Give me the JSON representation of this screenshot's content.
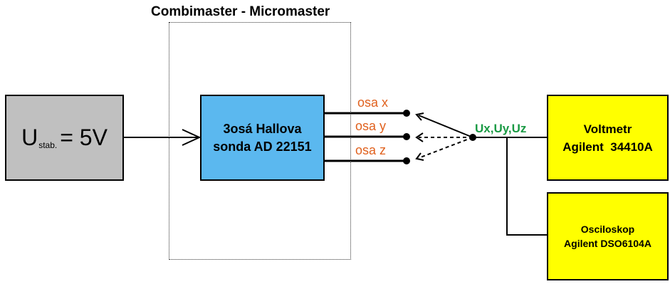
{
  "group": {
    "title": "Combimaster - Micromaster"
  },
  "supply": {
    "symbol": "U",
    "subscript": "stab.",
    "value": "= 5V",
    "fill": "#c0c0c0"
  },
  "sensor": {
    "line1": "3osá Hallova",
    "line2": "sonda AD 22151",
    "fill": "#5bb8ef"
  },
  "channels": {
    "x": "osa x",
    "y": "osa y",
    "z": "osa z",
    "color": "#e0611e"
  },
  "output": {
    "label": "Ux,Uy,Uz",
    "color": "#1a9a44"
  },
  "voltmeter": {
    "line1": "Voltmetr",
    "line2": "Agilent  34410A",
    "fill": "#ffff00"
  },
  "oscilloscope": {
    "line1": "Osciloskop",
    "line2": "Agilent DSO6104A",
    "fill": "#ffff00"
  }
}
